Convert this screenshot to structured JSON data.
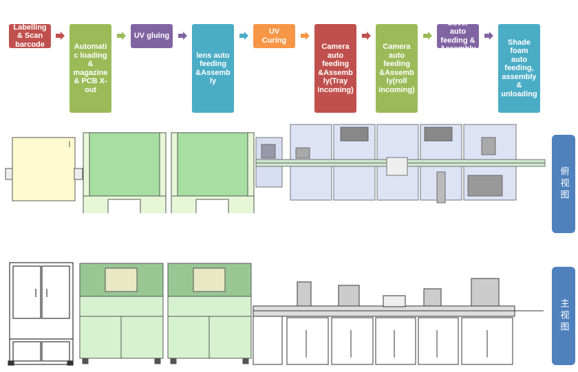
{
  "process_steps": [
    {
      "label": "Labelling\n& Scan\nbarcode",
      "color": "#c0504d"
    },
    {
      "label": "Automati\nc loading\n&\nmagazine\n& PCB X-\nout",
      "color": "#9bbb59"
    },
    {
      "label": "UV gluing",
      "color": "#8064a2"
    },
    {
      "label": "lens auto\nfeeding\n&Assemb\nly",
      "color": "#4bacc6"
    },
    {
      "label": "UV\nCuring",
      "color": "#f79646"
    },
    {
      "label": "Camera\nauto\nfeeding\n&Assemb\nly(Tray\nincoming)",
      "color": "#c0504d"
    },
    {
      "label": "Camera\nauto\nfeeding\n&Assemb\nly(roll\nincoming)",
      "color": "#9bbb59"
    },
    {
      "label": "Cover\nauto\nfeeding &\nAssembly",
      "color": "#8064a2"
    },
    {
      "label": "Shade\nfoam\nauto\nfeeding,\nassembly\n&\nunloading",
      "color": "#4bacc6"
    }
  ],
  "arrow_colors": [
    "#c0504d",
    "#9bbb59",
    "#8064a2",
    "#4bacc6",
    "#f79646",
    "#c0504d",
    "#9bbb59",
    "#8064a2"
  ],
  "views": {
    "top_view_label": "俯视图",
    "front_view_label": "主视图",
    "tab_color": "#4f81bd"
  }
}
